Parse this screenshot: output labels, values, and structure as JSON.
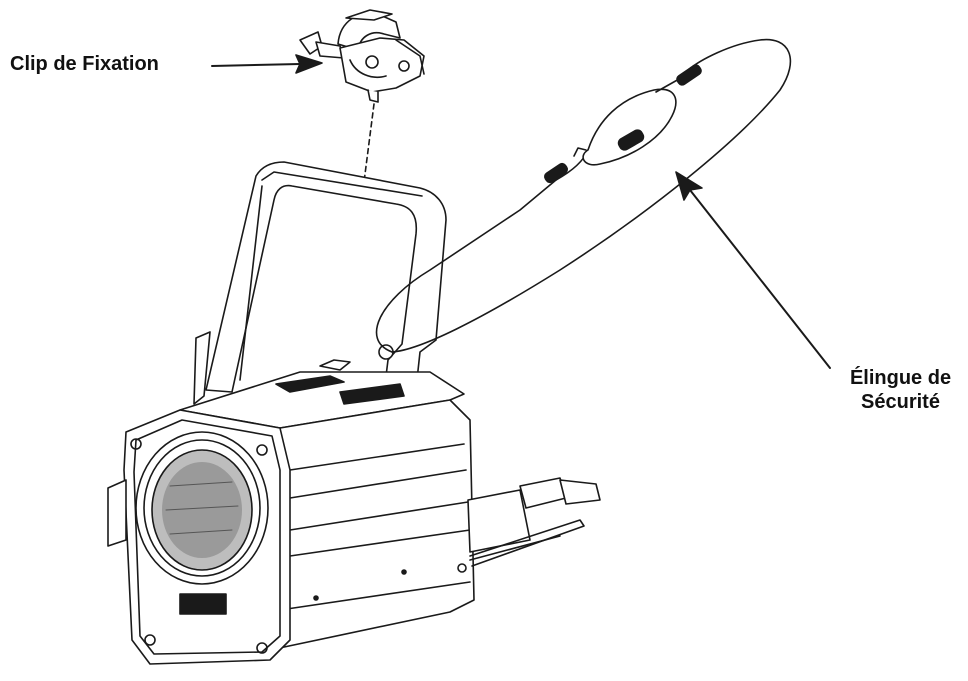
{
  "labels": {
    "clip": "Clip de Fixation",
    "sling_line1": "Élingue de",
    "sling_line2": "Sécurité"
  },
  "colors": {
    "ink": "#1a1a1a",
    "paper": "#ffffff",
    "shade": "#d8d8d8"
  }
}
